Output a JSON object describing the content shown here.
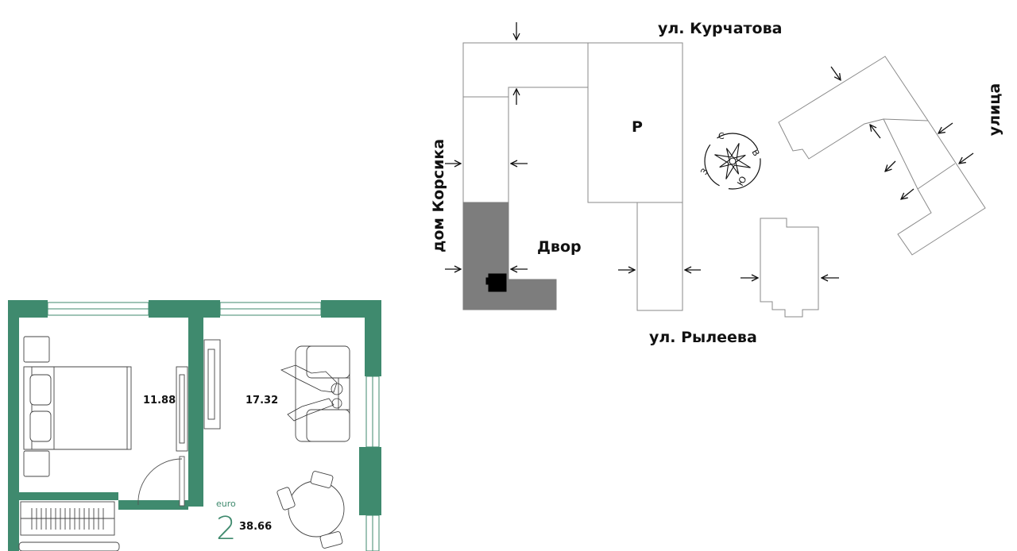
{
  "colors": {
    "wall": "#3f8a6e",
    "wall_dark": "#2f6f58",
    "building_stroke": "#8a8a8a",
    "section_fill": "#7d7d7d",
    "text": "#111111"
  },
  "site_plan": {
    "street_north": "ул. Курчатова",
    "street_south": "ул. Рылеева",
    "street_west": "дом Корсика",
    "street_east": "улица",
    "courtyard": "Двор",
    "parking": "P",
    "compass": {
      "north": "С",
      "east": "В",
      "south": "Ю",
      "west": "З"
    }
  },
  "apartment": {
    "type_label": "euro",
    "rooms": "2",
    "total_area": "38.66",
    "bedroom_area": "11.88",
    "living_area": "17.32"
  }
}
